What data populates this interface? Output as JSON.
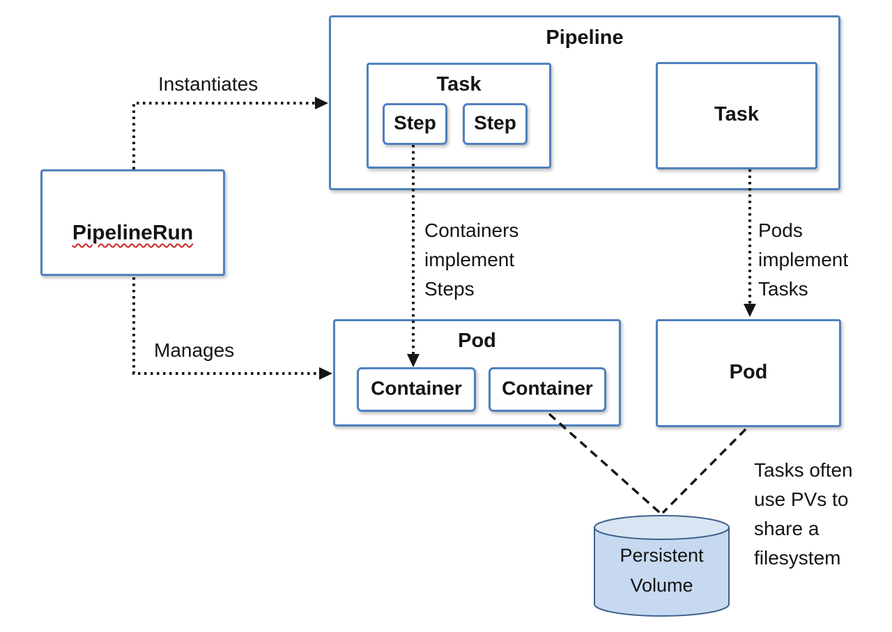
{
  "diagram_title": "Tekton pipeline concepts diagram",
  "colors": {
    "box_border": "#4f81bd",
    "cylinder_body_fill": "#c6d9f0",
    "cylinder_top_fill": "#d9e5f3",
    "cylinder_stroke": "#3d618c",
    "connector": "#151515",
    "spellcheck_underline": "#cc2222"
  },
  "boxes": {
    "pipeline": {
      "label": "Pipeline"
    },
    "task_left": {
      "label": "Task"
    },
    "step_1": {
      "label": "Step"
    },
    "step_2": {
      "label": "Step"
    },
    "task_right": {
      "label": "Task"
    },
    "pipeline_run": {
      "label": "PipelineRun"
    },
    "pod_left": {
      "label": "Pod"
    },
    "container_1": {
      "label": "Container"
    },
    "container_2": {
      "label": "Container"
    },
    "pod_right": {
      "label": "Pod"
    },
    "persistent_volume": {
      "label": "Persistent\nVolume"
    }
  },
  "annotations": {
    "instantiates": "Instantiates",
    "manages": "Manages",
    "containers_implement_steps": "Containers\nimplement\nSteps",
    "pods_implement_tasks": "Pods\nimplement\nTasks",
    "pv_note": "Tasks often\nuse PVs to\nshare a\nfilesystem"
  },
  "icons": {
    "persistent_volume_cylinder": "database-cylinder-icon",
    "arrowheads": "solid-triangle-arrowhead"
  }
}
